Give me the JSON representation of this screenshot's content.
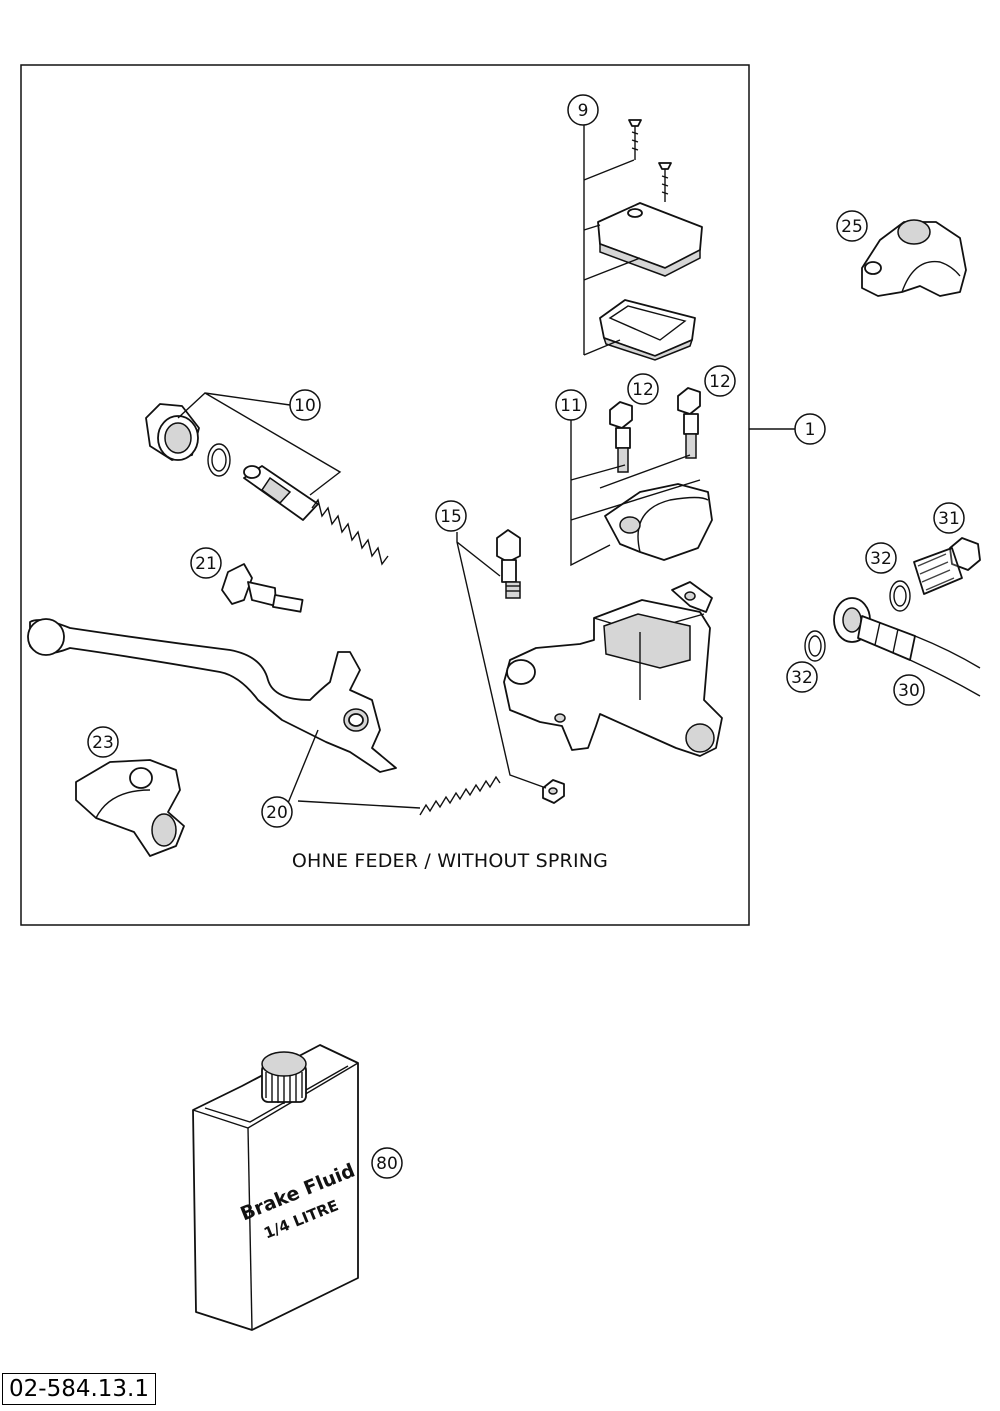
{
  "callouts": {
    "c1": "1",
    "c9": "9",
    "c10": "10",
    "c11": "11",
    "c12a": "12",
    "c12b": "12",
    "c15": "15",
    "c20": "20",
    "c21": "21",
    "c23": "23",
    "c25": "25",
    "c30": "30",
    "c31": "31",
    "c32a": "32",
    "c32b": "32",
    "c80": "80"
  },
  "caption": "OHNE FEDER / WITHOUT SPRING",
  "bottle": {
    "line1": "Brake Fluid",
    "line2": "1/4 LITRE"
  },
  "drawing_code": "02-584.13.1"
}
